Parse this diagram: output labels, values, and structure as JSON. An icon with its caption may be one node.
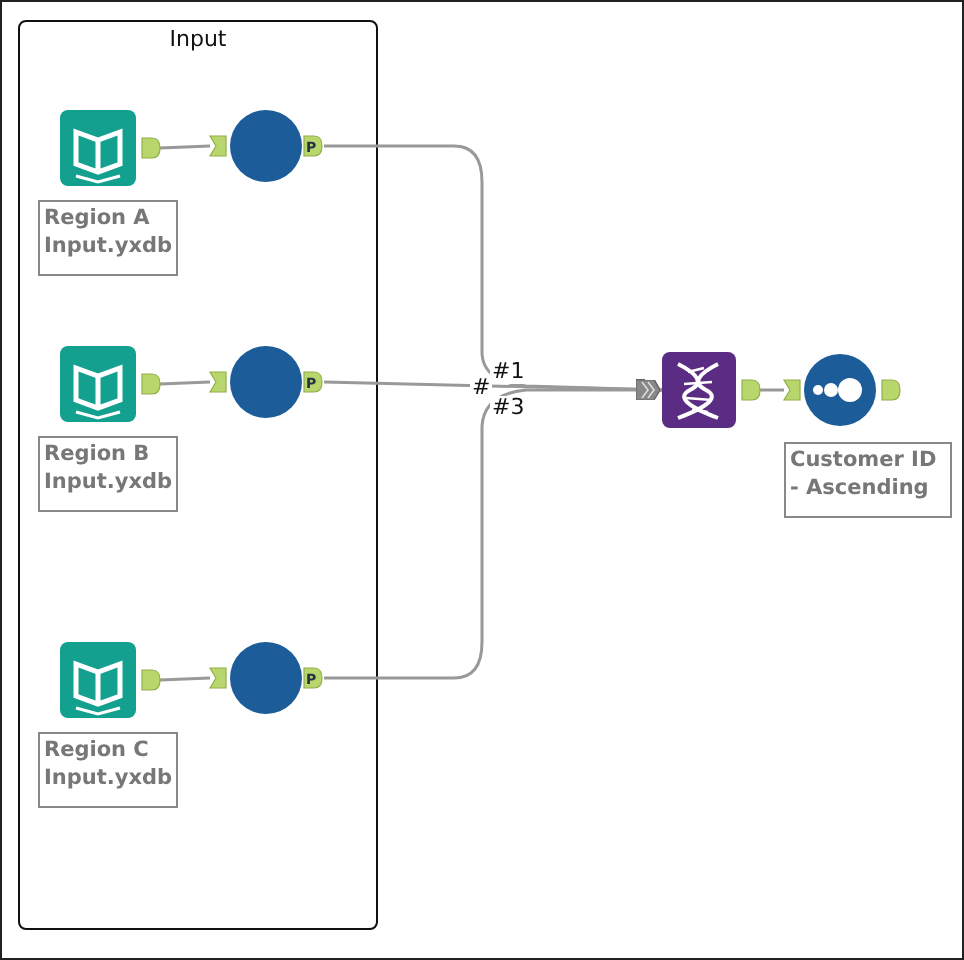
{
  "diagram": {
    "nodes": [
      {
        "text": [
          "Input"
        ]
      },
      {
        "text": [],
        "shape": "box",
        "in": 0,
        "beside": [
          "Region A Input.yxdb"
        ]
      },
      {
        "text": [],
        "shape": "circle",
        "in": 0
      },
      {
        "text": [],
        "shape": "box",
        "in": 0,
        "beside": [
          "Region B Input.yxdb"
        ]
      },
      {
        "text": [],
        "shape": "circle",
        "in": 0
      },
      {
        "text": [],
        "shape": "box",
        "in": 0,
        "beside": [
          "Region C Input.yxdb"
        ]
      },
      {
        "text": [],
        "shape": "circle",
        "in": 0
      },
      {
        "text": [],
        "shape": "box"
      },
      {
        "text": [],
        "shape": "circle",
        "beside": [
          "Customer ID - Ascending"
        ]
      }
    ],
    "edges": [
      {
        "from": 1,
        "to": 2,
        "arrow": "none"
      },
      {
        "from": 3,
        "to": 4,
        "arrow": "none"
      },
      {
        "from": 5,
        "to": 6,
        "arrow": "none"
      },
      {
        "from": 2,
        "to": 7,
        "arrow": "to",
        "label": "#1"
      },
      {
        "from": 4,
        "to": 7,
        "arrow": "to",
        "label": "#"
      },
      {
        "from": 6,
        "to": 7,
        "arrow": "to",
        "label": "#3"
      },
      {
        "from": 7,
        "to": 8,
        "arrow": "none"
      }
    ],
    "labels": [
      "P",
      "P",
      "P"
    ]
  }
}
